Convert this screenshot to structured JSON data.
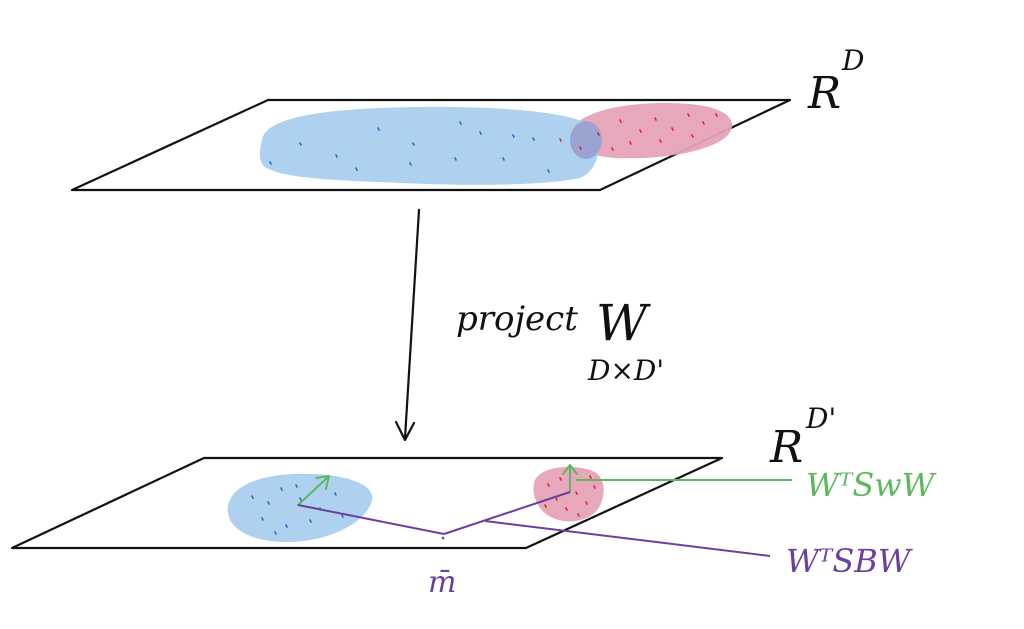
{
  "diagram": {
    "top_plane": {
      "label": "R",
      "label_sup": "D"
    },
    "bottom_plane": {
      "label": "R",
      "label_sup": "D'"
    },
    "projection": {
      "verb": "project",
      "matrix": "W",
      "dims": "D×D'"
    },
    "within_scatter": {
      "label": "WᵀSwW",
      "color": "#5cb85c"
    },
    "between_scatter": {
      "label": "WᵀSBW",
      "color": "#6b3fa0"
    },
    "global_mean": {
      "label": "m̄",
      "color": "#6b3fa0"
    },
    "class_colors": {
      "class_a": "#a9cfee",
      "class_a_points": "#1e6fd9",
      "class_b": "#e6a3b7",
      "class_b_points": "#e0252b",
      "overlap": "#9aa0cf"
    }
  }
}
